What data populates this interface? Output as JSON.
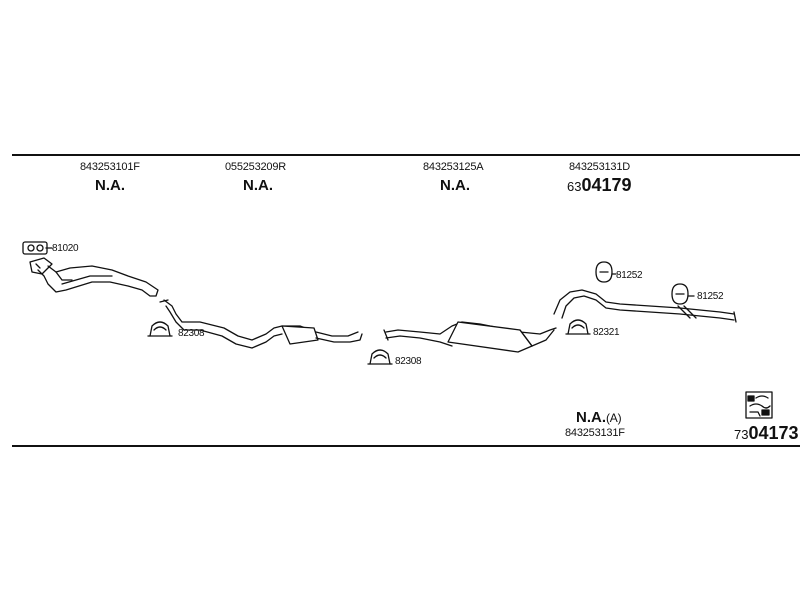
{
  "top_labels": [
    {
      "part_number": "843253101F",
      "status": "N.A."
    },
    {
      "part_number": "055253209R",
      "status": "N.A."
    },
    {
      "part_number": "843253125A",
      "status": "N.A."
    },
    {
      "part_number": "843253131D",
      "ref_prefix": "63",
      "ref_number": "04179"
    }
  ],
  "callouts": {
    "gasket": "81020",
    "clamp_left": "82308",
    "clamp_center": "82308",
    "hanger_rear_1": "81252",
    "hanger_rear_2": "81252",
    "clamp_rear": "82321"
  },
  "bottom": {
    "status": "N.A.",
    "variant": "(A)",
    "part_number": "843253131F",
    "ref_prefix": "73",
    "ref_number": "04173"
  },
  "colors": {
    "line": "#111111",
    "background": "#ffffff"
  }
}
